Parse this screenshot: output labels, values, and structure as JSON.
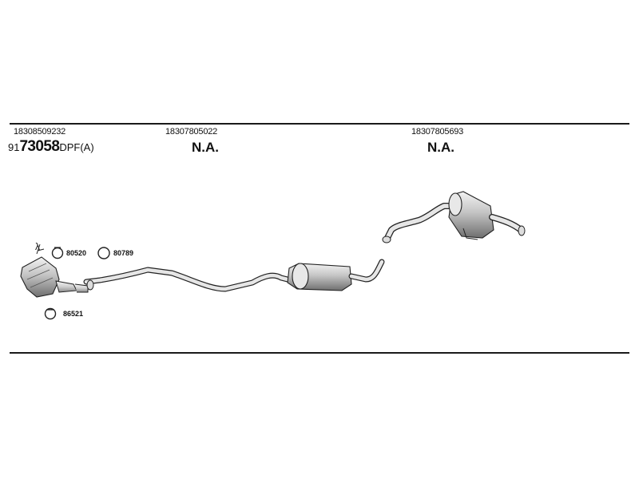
{
  "header": {
    "part_numbers": [
      "18308509232",
      "18307805022",
      "18307805693"
    ],
    "na_labels": [
      "N.A.",
      "N.A."
    ],
    "kit_prefix": "91",
    "kit_number": "73058",
    "kit_suffix": "DPF(A)"
  },
  "accessories": {
    "lambda_symbol": "λ",
    "items": [
      "80520",
      "80789",
      "86521"
    ]
  }
}
